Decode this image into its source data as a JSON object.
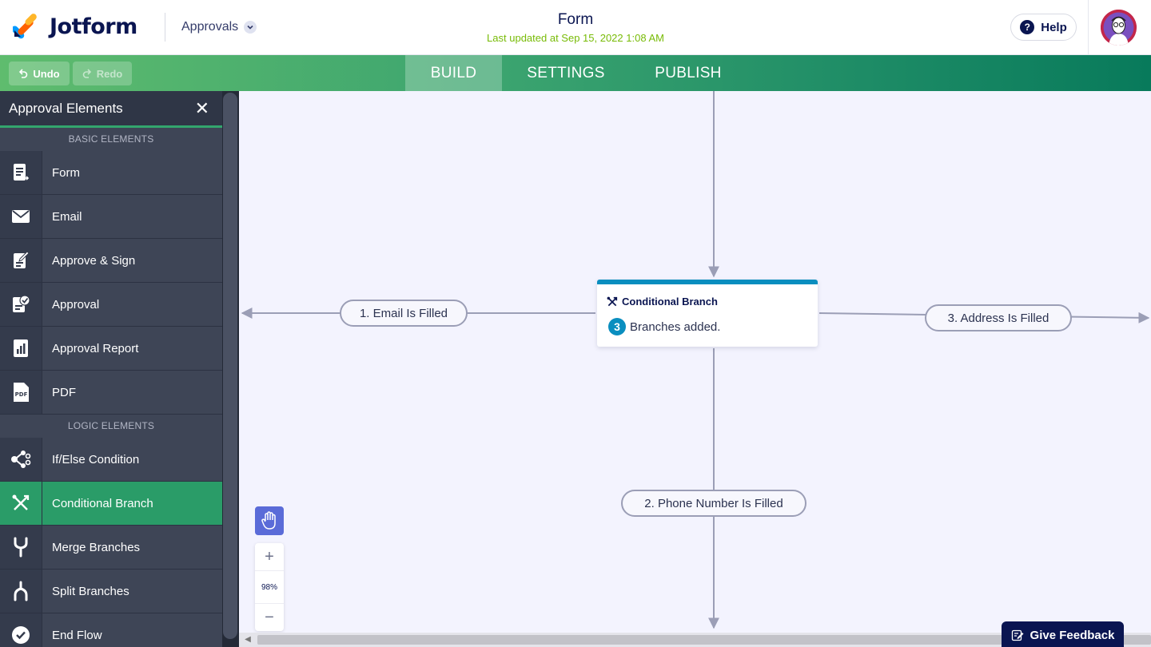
{
  "header": {
    "logo_text": "Jotform",
    "app_selector": "Approvals",
    "title": "Form",
    "last_updated": "Last updated at Sep 15, 2022 1:08 AM",
    "help_label": "Help"
  },
  "toolbar": {
    "undo_label": "Undo",
    "redo_label": "Redo",
    "tabs": [
      {
        "label": "BUILD",
        "active": true
      },
      {
        "label": "SETTINGS",
        "active": false
      },
      {
        "label": "PUBLISH",
        "active": false
      }
    ]
  },
  "sidebar": {
    "title": "Approval Elements",
    "basic_section": "BASIC ELEMENTS",
    "basic_items": [
      {
        "label": "Form",
        "icon": "form-icon"
      },
      {
        "label": "Email",
        "icon": "email-icon"
      },
      {
        "label": "Approve & Sign",
        "icon": "approve-sign-icon"
      },
      {
        "label": "Approval",
        "icon": "approval-icon"
      },
      {
        "label": "Approval Report",
        "icon": "report-icon"
      },
      {
        "label": "PDF",
        "icon": "pdf-icon"
      }
    ],
    "logic_section": "LOGIC ELEMENTS",
    "logic_items": [
      {
        "label": "If/Else Condition",
        "icon": "if-else-icon"
      },
      {
        "label": "Conditional Branch",
        "icon": "conditional-branch-icon",
        "active": true
      },
      {
        "label": "Merge Branches",
        "icon": "merge-icon"
      },
      {
        "label": "Split Branches",
        "icon": "split-icon"
      },
      {
        "label": "End Flow",
        "icon": "end-flow-icon"
      }
    ]
  },
  "canvas": {
    "node": {
      "title": "Conditional Branch",
      "branch_count": "3",
      "branch_text": "Branches added."
    },
    "branches": [
      "1. Email Is Filled",
      "2. Phone Number Is Filled",
      "3. Address Is Filled"
    ],
    "zoom_level": "98%"
  },
  "feedback_label": "Give Feedback",
  "colors": {
    "brand_navy": "#0a1551",
    "accent_green": "#2a9c68",
    "node_accent": "#0a8ebf",
    "updated_text": "#78bb07"
  }
}
